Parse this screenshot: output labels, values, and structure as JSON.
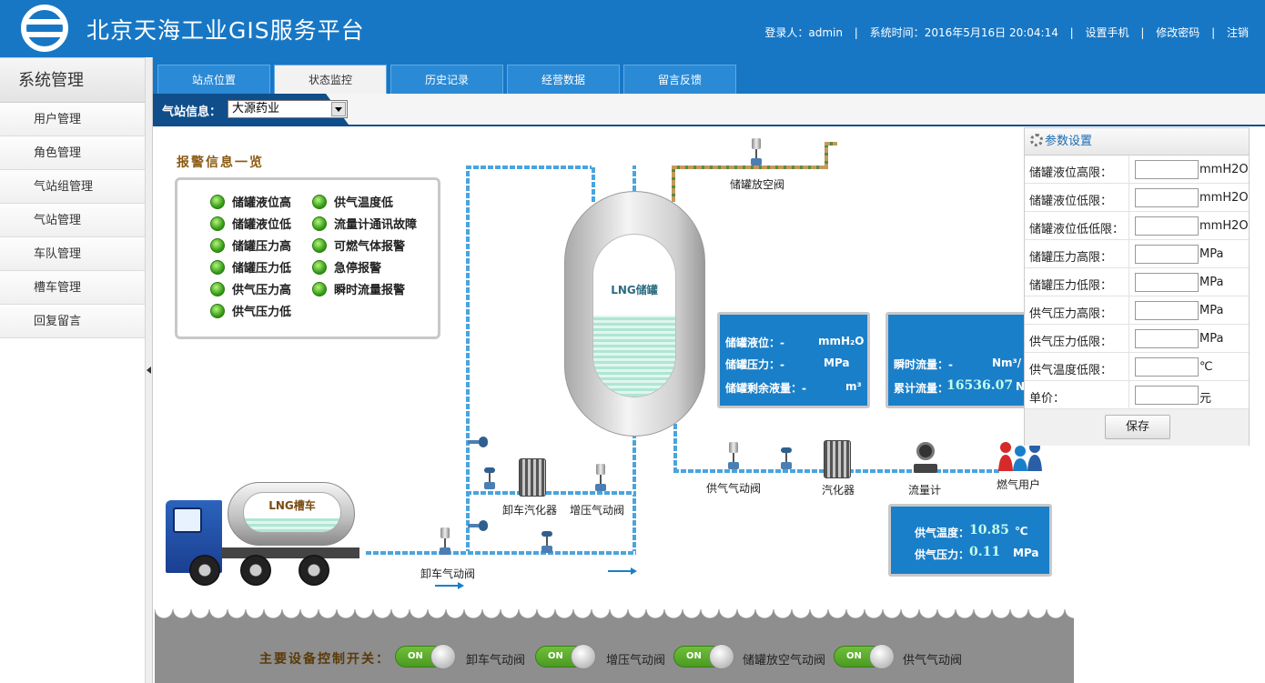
{
  "header": {
    "title": "北京天海工业GIS服务平台",
    "login_label": "登录人：",
    "login_user": "admin",
    "time_label": "系统时间：",
    "time_value": "2016年5月16日 20:04:14",
    "links": [
      "设置手机",
      "修改密码",
      "注销"
    ]
  },
  "sidebar": {
    "title": "系统管理",
    "items": [
      {
        "label": "用户管理"
      },
      {
        "label": "角色管理"
      },
      {
        "label": "气站组管理"
      },
      {
        "label": "气站管理"
      },
      {
        "label": "车队管理"
      },
      {
        "label": "槽车管理"
      },
      {
        "label": "回复留言"
      }
    ]
  },
  "tabs": [
    {
      "label": "站点位置",
      "active": false
    },
    {
      "label": "状态监控",
      "active": true
    },
    {
      "label": "历史记录",
      "active": false
    },
    {
      "label": "经营数据",
      "active": false
    },
    {
      "label": "留言反馈",
      "active": false
    }
  ],
  "station": {
    "label": "气站信息：",
    "selected": "大源药业"
  },
  "alarms": {
    "title": "报警信息一览",
    "left": [
      "储罐液位高",
      "储罐液位低",
      "储罐压力高",
      "储罐压力低",
      "供气压力高",
      "供气压力低"
    ],
    "right": [
      "供气温度低",
      "流量计通讯故障",
      "可燃气体报警",
      "急停报警",
      "瞬时流量报警"
    ]
  },
  "tank": {
    "label": "LNG储罐",
    "level_fraction": 0.5,
    "level_label": "储罐液位：-",
    "level_unit": "mmH₂O",
    "pressure_label": "储罐压力：-",
    "pressure_unit": "MPa",
    "remain_label": "储罐剩余液量：-",
    "remain_unit": "m³"
  },
  "flow": {
    "instant_label": "瞬时流量：-",
    "instant_unit": "Nm³/",
    "total_label": "累计流量：",
    "total_value": "16536.07",
    "total_unit": "N"
  },
  "supply": {
    "temp_label": "供气温度：",
    "temp_value": "10.85",
    "temp_unit": "℃",
    "pressure_label": "供气压力：",
    "pressure_value": "0.11",
    "pressure_unit": "MPa"
  },
  "components": {
    "vent_valve": "储罐放空阀",
    "supply_valve": "供气气动阀",
    "vaporizer": "汽化器",
    "flowmeter": "流量计",
    "gas_user": "燃气用户",
    "unload_vaporizer": "卸车汽化器",
    "pressure_valve": "增压气动阀",
    "unload_valve": "卸车气动阀",
    "truck_label": "LNG槽车",
    "truck_level_fraction": 0.35
  },
  "controls": {
    "label": "主要设备控制开关：",
    "switches": [
      {
        "state": "ON",
        "label": "卸车气动阀"
      },
      {
        "state": "ON",
        "label": "增压气动阀"
      },
      {
        "state": "ON",
        "label": "储罐放空气动阀"
      },
      {
        "state": "ON",
        "label": "供气气动阀"
      }
    ]
  },
  "params": {
    "title": "参数设置",
    "rows": [
      {
        "label": "储罐液位高限：",
        "value": "",
        "unit": "mmH2O"
      },
      {
        "label": "储罐液位低限：",
        "value": "",
        "unit": "mmH2O"
      },
      {
        "label": "储罐液位低低限：",
        "value": "",
        "unit": "mmH2O"
      },
      {
        "label": "储罐压力高限：",
        "value": "",
        "unit": "MPa"
      },
      {
        "label": "储罐压力低限：",
        "value": "",
        "unit": "MPa"
      },
      {
        "label": "供气压力高限：",
        "value": "",
        "unit": "MPa"
      },
      {
        "label": "供气压力低限：",
        "value": "",
        "unit": "MPa"
      },
      {
        "label": "供气温度低限：",
        "value": "",
        "unit": "℃"
      },
      {
        "label": "单价：",
        "value": "",
        "unit": "元"
      }
    ],
    "save_label": "保存"
  },
  "colors": {
    "header_blue": "#1777c5",
    "panel_blue": "#1a7fc9",
    "station_bar": "#0f4e8a",
    "led_green": "#3aa01c"
  }
}
